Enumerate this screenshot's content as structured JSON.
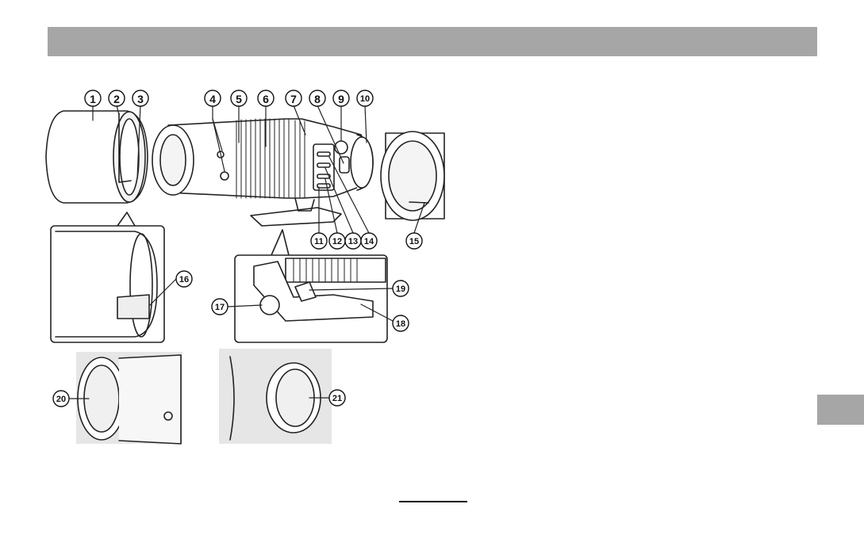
{
  "callouts": [
    "1",
    "2",
    "3",
    "4",
    "5",
    "6",
    "7",
    "8",
    "9",
    "10",
    "11",
    "12",
    "13",
    "14",
    "15",
    "16",
    "17",
    "18",
    "19",
    "20",
    "21"
  ],
  "colors": {
    "header_bar": "#a6a6a6",
    "side_tab": "#a6a6a6",
    "line_art": "#222222",
    "photo_bg": "#e6e6e6"
  }
}
